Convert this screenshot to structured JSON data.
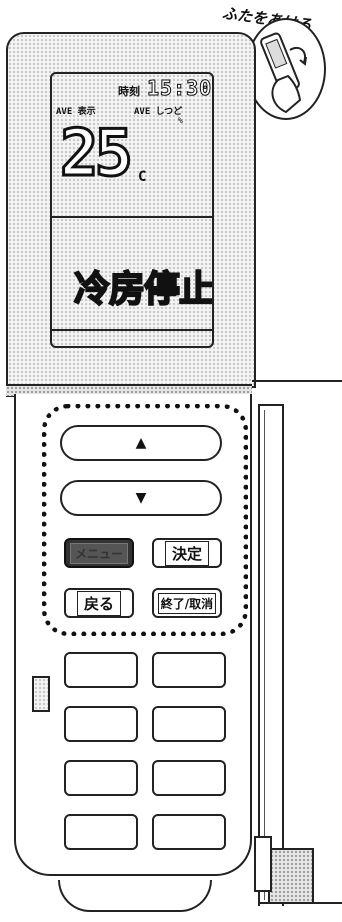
{
  "inset": {
    "caption": "ふたをあける"
  },
  "lcd": {
    "clock_label": "時刻",
    "clock_time": "15:30",
    "label_left": "AVE 表示",
    "label_right": "AVE しつど",
    "percent_sign": "%",
    "temperature": "25",
    "temperature_unit": "C",
    "status": "冷房停止"
  },
  "buttons": {
    "up_arrow": "▲",
    "down_arrow": "▼",
    "menu": "メニュー",
    "confirm": "決定",
    "back": "戻る",
    "end_cancel": "終了/取消"
  }
}
